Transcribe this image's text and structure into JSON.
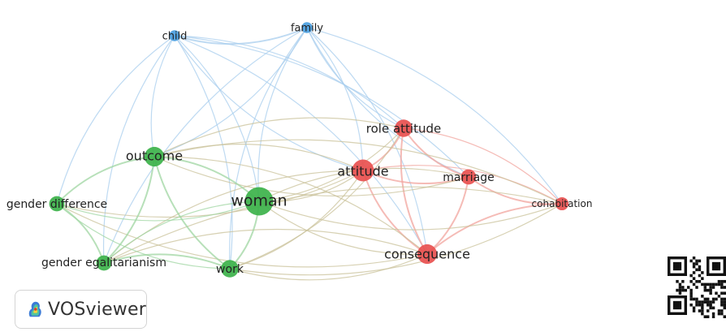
{
  "network": {
    "nodes": [
      {
        "id": "child",
        "label": "child",
        "cluster": "blue",
        "weight": 2
      },
      {
        "id": "family",
        "label": "family",
        "cluster": "blue",
        "weight": 2
      },
      {
        "id": "role_attitude",
        "label": "role attitude",
        "cluster": "red",
        "weight": 5
      },
      {
        "id": "outcome",
        "label": "outcome",
        "cluster": "green",
        "weight": 6
      },
      {
        "id": "attitude",
        "label": "attitude",
        "cluster": "red",
        "weight": 7
      },
      {
        "id": "marriage",
        "label": "marriage",
        "cluster": "red",
        "weight": 4
      },
      {
        "id": "gender_difference",
        "label": "gender difference",
        "cluster": "green",
        "weight": 4
      },
      {
        "id": "woman",
        "label": "woman",
        "cluster": "green",
        "weight": 10
      },
      {
        "id": "cohabitation",
        "label": "cohabitation",
        "cluster": "red",
        "weight": 3
      },
      {
        "id": "gender_egalitarianism",
        "label": "gender egalitarianism",
        "cluster": "green",
        "weight": 4
      },
      {
        "id": "consequence",
        "label": "consequence",
        "cluster": "red",
        "weight": 6
      },
      {
        "id": "work",
        "label": "work",
        "cluster": "green",
        "weight": 5
      }
    ],
    "links": [
      [
        "child",
        "family"
      ],
      [
        "child",
        "role_attitude"
      ],
      [
        "child",
        "attitude"
      ],
      [
        "child",
        "marriage"
      ],
      [
        "child",
        "outcome"
      ],
      [
        "child",
        "woman"
      ],
      [
        "child",
        "gender_difference"
      ],
      [
        "child",
        "work"
      ],
      [
        "child",
        "gender_egalitarianism"
      ],
      [
        "child",
        "consequence"
      ],
      [
        "family",
        "role_attitude"
      ],
      [
        "family",
        "attitude"
      ],
      [
        "family",
        "marriage"
      ],
      [
        "family",
        "cohabitation"
      ],
      [
        "family",
        "woman"
      ],
      [
        "family",
        "outcome"
      ],
      [
        "family",
        "work"
      ],
      [
        "family",
        "consequence"
      ],
      [
        "family",
        "gender_egalitarianism"
      ],
      [
        "role_attitude",
        "attitude"
      ],
      [
        "role_attitude",
        "marriage"
      ],
      [
        "role_attitude",
        "cohabitation"
      ],
      [
        "role_attitude",
        "consequence"
      ],
      [
        "role_attitude",
        "woman"
      ],
      [
        "role_attitude",
        "outcome"
      ],
      [
        "role_attitude",
        "work"
      ],
      [
        "attitude",
        "marriage"
      ],
      [
        "attitude",
        "cohabitation"
      ],
      [
        "attitude",
        "consequence"
      ],
      [
        "attitude",
        "woman"
      ],
      [
        "attitude",
        "outcome"
      ],
      [
        "attitude",
        "gender_difference"
      ],
      [
        "attitude",
        "gender_egalitarianism"
      ],
      [
        "attitude",
        "work"
      ],
      [
        "marriage",
        "cohabitation"
      ],
      [
        "marriage",
        "consequence"
      ],
      [
        "marriage",
        "woman"
      ],
      [
        "marriage",
        "outcome"
      ],
      [
        "cohabitation",
        "consequence"
      ],
      [
        "cohabitation",
        "woman"
      ],
      [
        "cohabitation",
        "outcome"
      ],
      [
        "cohabitation",
        "work"
      ],
      [
        "cohabitation",
        "gender_egalitarianism"
      ],
      [
        "consequence",
        "woman"
      ],
      [
        "consequence",
        "outcome"
      ],
      [
        "consequence",
        "work"
      ],
      [
        "consequence",
        "gender_egalitarianism"
      ],
      [
        "consequence",
        "gender_difference"
      ],
      [
        "woman",
        "outcome"
      ],
      [
        "woman",
        "gender_difference"
      ],
      [
        "woman",
        "gender_egalitarianism"
      ],
      [
        "woman",
        "work"
      ],
      [
        "outcome",
        "gender_difference"
      ],
      [
        "outcome",
        "gender_egalitarianism"
      ],
      [
        "outcome",
        "work"
      ],
      [
        "gender_difference",
        "gender_egalitarianism"
      ],
      [
        "gender_difference",
        "work"
      ],
      [
        "gender_egalitarianism",
        "work"
      ]
    ]
  },
  "cluster_colors": {
    "red": "#e8504f",
    "green": "#3cb24a",
    "blue": "#4a9ee0"
  },
  "link_colors": {
    "red": "#f2a49e",
    "green": "#9fd6a2",
    "blue": "#a8cdee"
  },
  "logo": {
    "text": "VOSviewer",
    "icon": "vosviewer-heatmap-icon"
  },
  "qr": {
    "icon": "qr-code-icon"
  }
}
